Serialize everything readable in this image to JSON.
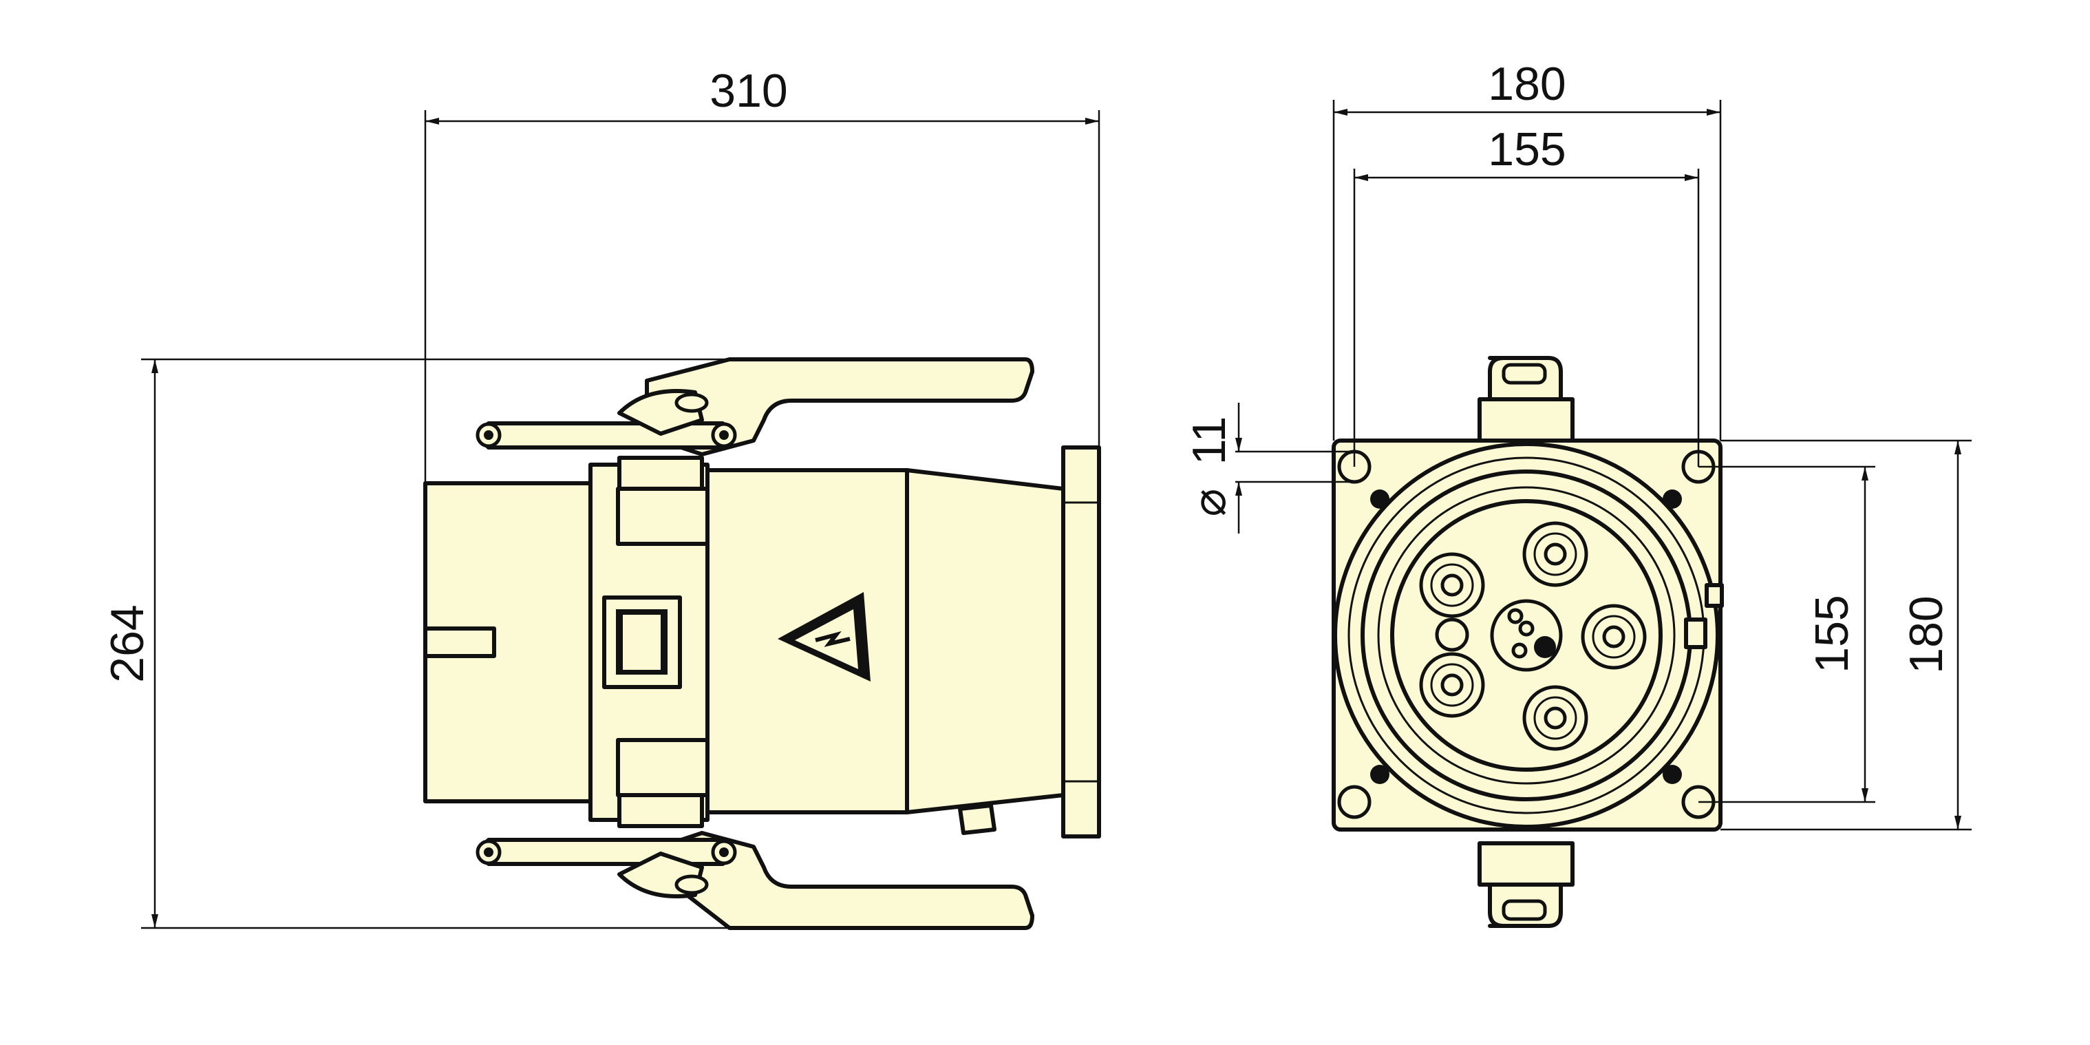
{
  "dimensions": {
    "side_width": "310",
    "side_height": "264",
    "front_outer_width": "180",
    "front_inner_width": "155",
    "front_inner_height": "155",
    "front_outer_height": "180",
    "hole_diameter": "11",
    "diameter_symbol": "⌀"
  },
  "colors": {
    "part_fill": "#fbfad4",
    "outline": "#111111",
    "background": "#ffffff"
  },
  "icons": {
    "warning": "high-voltage-warning-icon"
  }
}
